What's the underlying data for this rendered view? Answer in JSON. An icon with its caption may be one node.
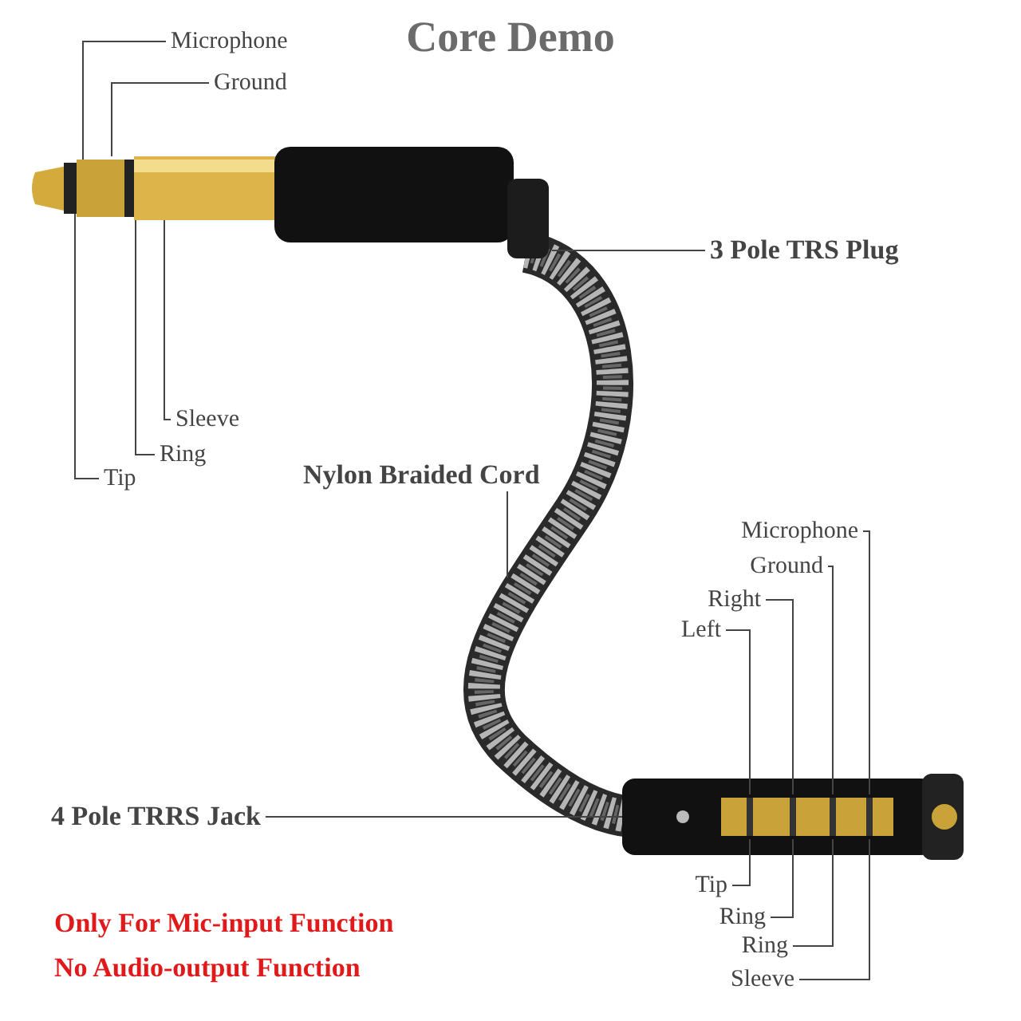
{
  "diagram": {
    "title": "Core Demo",
    "nodes": [
      {
        "text": [
          "Microphone"
        ]
      },
      {
        "text": [
          "Ground"
        ]
      },
      {
        "text": [
          "3 Pole TRS Plug"
        ]
      },
      {
        "text": [
          "Sleeve"
        ]
      },
      {
        "text": [
          "Ring"
        ]
      },
      {
        "text": [
          "Tip"
        ]
      },
      {
        "text": [
          "Nylon Braided Cord"
        ]
      },
      {
        "text": [
          "Microphone"
        ]
      },
      {
        "text": [
          "Ground"
        ]
      },
      {
        "text": [
          "Right"
        ]
      },
      {
        "text": [
          "Left"
        ]
      },
      {
        "text": [
          "4 Pole TRRS Jack"
        ]
      },
      {
        "text": [
          "Tip"
        ]
      },
      {
        "text": [
          "Ring"
        ]
      },
      {
        "text": [
          "Ring"
        ]
      },
      {
        "text": [
          "Sleeve"
        ]
      }
    ],
    "edges": [
      {
        "from": 0,
        "to": null,
        "arrow": "none"
      },
      {
        "from": 1,
        "to": null,
        "arrow": "none"
      },
      {
        "from": 2,
        "to": null,
        "arrow": "none"
      },
      {
        "from": 3,
        "to": null,
        "arrow": "none"
      },
      {
        "from": 4,
        "to": null,
        "arrow": "none"
      },
      {
        "from": 5,
        "to": null,
        "arrow": "none"
      },
      {
        "from": 6,
        "to": null,
        "arrow": "none"
      },
      {
        "from": 7,
        "to": null,
        "arrow": "none"
      },
      {
        "from": 8,
        "to": null,
        "arrow": "none"
      },
      {
        "from": 9,
        "to": null,
        "arrow": "none"
      },
      {
        "from": 10,
        "to": null,
        "arrow": "none"
      },
      {
        "from": 11,
        "to": null,
        "arrow": "none"
      },
      {
        "from": 12,
        "to": null,
        "arrow": "none"
      },
      {
        "from": 13,
        "to": null,
        "arrow": "none"
      },
      {
        "from": 14,
        "to": null,
        "arrow": "none"
      },
      {
        "from": 15,
        "to": null,
        "arrow": "none"
      }
    ],
    "labels": [
      "Only For Mic-input Function",
      "No Audio-output Function"
    ]
  }
}
